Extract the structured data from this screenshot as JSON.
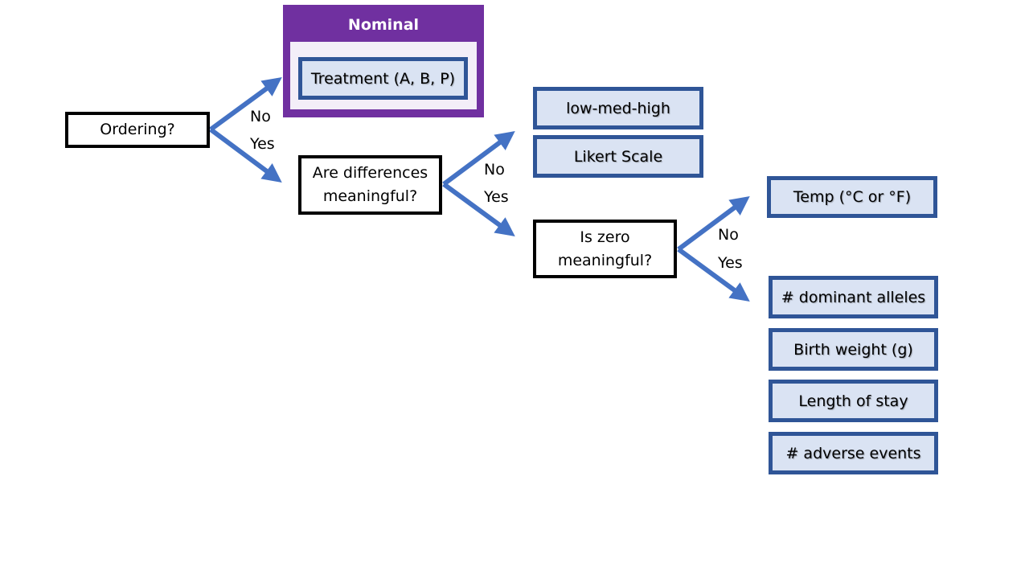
{
  "colors": {
    "arrow": "#4472c4",
    "question_border": "#000000",
    "example_border": "#2f5597",
    "example_fill": "#dae3f3",
    "nominal_fill": "#7030a0",
    "nominal_inner": "#f3eef8"
  },
  "questions": {
    "ordering": "Ordering?",
    "differences": "Are differences\nmeaningful?",
    "zero": "Is zero\nmeaningful?"
  },
  "branch_labels": {
    "ordering_no": "No",
    "ordering_yes": "Yes",
    "differences_no": "No",
    "differences_yes": "Yes",
    "zero_no": "No",
    "zero_yes": "Yes"
  },
  "nominal": {
    "title": "Nominal",
    "examples": [
      "Treatment (A, B, P)"
    ]
  },
  "ordinal_examples": [
    "low-med-high",
    "Likert Scale"
  ],
  "interval_examples": [
    "Temp (°C or °F)"
  ],
  "ratio_examples": [
    "# dominant alleles",
    "Birth weight (g)",
    "Length of stay",
    "# adverse events"
  ]
}
